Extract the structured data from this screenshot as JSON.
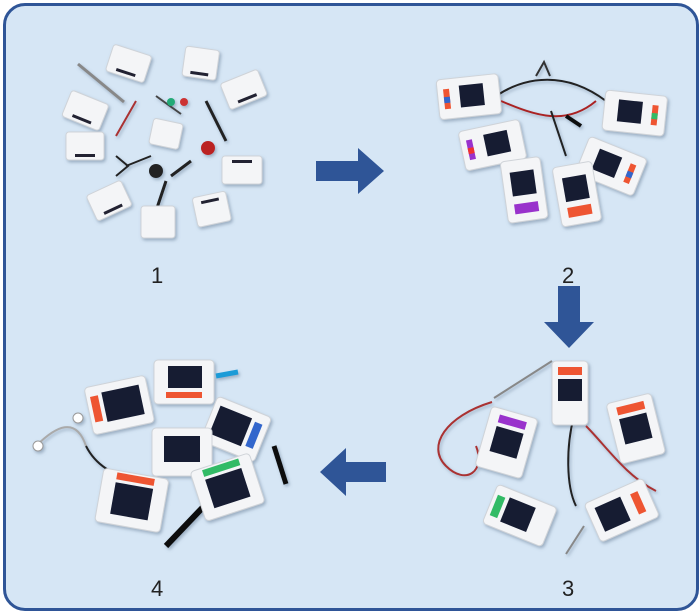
{
  "steps": [
    {
      "label": "1"
    },
    {
      "label": "2"
    },
    {
      "label": "3"
    },
    {
      "label": "4"
    }
  ],
  "colors": {
    "background": "#d6e6f5",
    "border": "#2f5597",
    "arrow": "#2f5597",
    "device": "#f4f5f7",
    "screen": "#141a33"
  },
  "icons": [
    "arrow-right-icon",
    "arrow-down-icon",
    "arrow-left-icon"
  ]
}
